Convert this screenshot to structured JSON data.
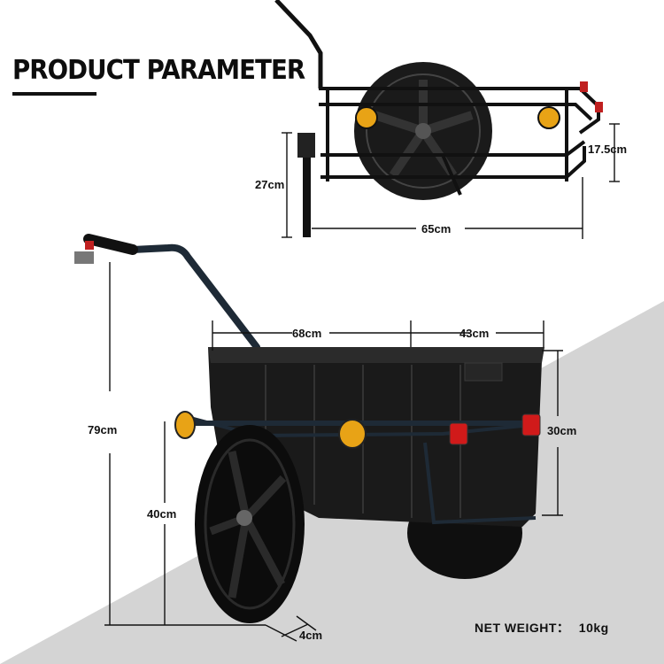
{
  "title": "PRODUCT PARAMETER",
  "top_view": {
    "height_label": "27cm",
    "depth_label": "17.5cm",
    "length_label": "65cm"
  },
  "main_view": {
    "box_length_label": "68cm",
    "box_width_label": "43cm",
    "total_height_label": "79cm",
    "box_height_label": "30cm",
    "wheel_height_label": "40cm",
    "tire_width_label": "4cm"
  },
  "net_weight": {
    "label": "NET WEIGHT：",
    "value": "10kg"
  },
  "colors": {
    "frame": "#111111",
    "reflector_amber": "#e8a316",
    "reflector_red": "#d01a1a",
    "floor_gray": "#d2d2d2"
  }
}
